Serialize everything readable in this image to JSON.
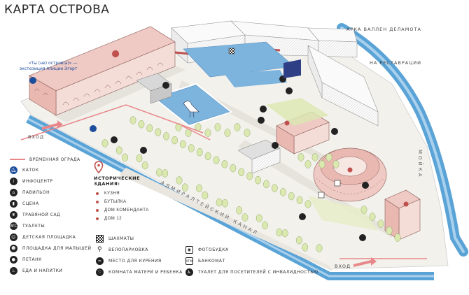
{
  "title": "КАРТА ОСТРОВА",
  "labels": {
    "arch": "АРКА ВАЛЛЕН ДЕЛАМОТА",
    "restoration": "НА РЕСТАВРАЦИИ",
    "entrance_left": "ВХОД",
    "entrance_right": "ВХОД",
    "canal_admiralty": "АДМИРАЛТЕЙСКИЙ КАНАЛ",
    "moika": "МОЙКА",
    "exposition_line1": "«Ты (не) остров(а)» —",
    "exposition_line2": "экспозиция Алиции Эгерт"
  },
  "legend_left": [
    {
      "icon": "temporary-fence",
      "label": "ВРЕМЕННАЯ ОГРАДА"
    },
    {
      "icon": "skate-icon",
      "label": "КАТОК",
      "glyph": "⛸",
      "style": "blue"
    },
    {
      "icon": "info-icon",
      "label": "ИНФОЦЕНТР",
      "glyph": "i",
      "style": "dark"
    },
    {
      "icon": "pavilion-icon",
      "label": "ПАВИЛЬОН",
      "glyph": "⌂",
      "style": "dark"
    },
    {
      "icon": "stage-icon",
      "label": "СЦЕНА",
      "glyph": "▮",
      "style": "dark"
    },
    {
      "icon": "herb-garden-icon",
      "label": "ТРАВЯНОЙ САД",
      "glyph": "❦",
      "style": "dark"
    },
    {
      "icon": "toilet-icon",
      "label": "ТУАЛЕТЫ",
      "glyph": "WC",
      "style": "dark"
    },
    {
      "icon": "playground-icon",
      "label": "ДЕТСКАЯ ПЛОЩАДКА",
      "glyph": "☺",
      "style": "dark"
    },
    {
      "icon": "toddler-area-icon",
      "label": "ПЛОЩАДКА ДЛЯ МАЛЫШЕЙ",
      "glyph": "☻",
      "style": "dark"
    },
    {
      "icon": "petanque-icon",
      "label": "ПЕТАНК",
      "glyph": "●",
      "style": "dark"
    },
    {
      "icon": "food-icon",
      "label": "ЕДА И НАПИТКИ",
      "glyph": "♨",
      "style": "dark"
    }
  ],
  "historic": {
    "title_line1": "ИСТОРИЧЕСКИЕ",
    "title_line2": "ЗДАНИЯ:",
    "items": [
      "КУЗНЯ",
      "БУТЫЛКА",
      "ДОМ КОМЕНДАНТА",
      "ДОМ 12"
    ]
  },
  "legend_middle": [
    {
      "icon": "chess-icon",
      "label": "ШАХМАТЫ",
      "style": "check"
    },
    {
      "icon": "bike-parking-icon",
      "label": "ВЕЛОПАРКОВКА",
      "glyph": "⚲",
      "style": "plain"
    },
    {
      "icon": "smoking-icon",
      "label": "МЕСТО ДЛЯ КУРЕНИЯ",
      "glyph": "≈",
      "style": "dark"
    },
    {
      "icon": "mother-child-room-icon",
      "label": "КОМНАТА МАТЕРИ И РЕБЕНКА",
      "glyph": "♡",
      "style": "dark"
    }
  ],
  "legend_right": [
    {
      "icon": "photo-booth-icon",
      "label": "ФОТОБУДКА",
      "glyph": "◉",
      "style": "sq"
    },
    {
      "icon": "atm-icon",
      "label": "БАНКОМАТ",
      "glyph": "ATM",
      "style": "sq"
    },
    {
      "icon": "accessible-toilet-icon",
      "label": "ТУАЛЕТ ДЛЯ ПОСЕТИТЕЛЕЙ С ИНВАЛИДНОСТЬЮ",
      "glyph": "♿",
      "style": "dark"
    }
  ],
  "colors": {
    "water": "#5aa3d6",
    "land": "#f3f1ec",
    "building_historic": "#efc9c3",
    "building_modern": "#fafafa",
    "tree": "#dbe8b0",
    "accent": "#c0504d",
    "fence": "#e8878a",
    "icon_blue": "#1d4e9c"
  }
}
